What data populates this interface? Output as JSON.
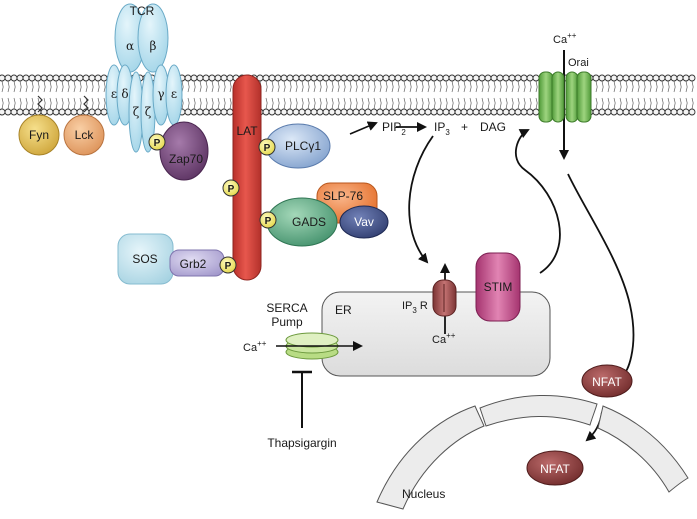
{
  "tcr": {
    "label": "TCR",
    "alpha": "α",
    "beta": "β",
    "epsilon_left": "ε",
    "delta": "δ",
    "zeta_1": "ζ",
    "zeta_2": "ζ",
    "gamma": "γ",
    "epsilon_right": "ε"
  },
  "kinases": {
    "fyn": "Fyn",
    "lck": "Lck",
    "zap70": "Zap70"
  },
  "phospho_label": "P",
  "adaptors": {
    "lat": "LAT",
    "plcg1": "PLCγ1",
    "slp76": "SLP-76",
    "gads": "GADS",
    "vav": "Vav",
    "sos": "SOS",
    "grb2": "Grb2"
  },
  "messengers": {
    "pip2_base": "PIP",
    "pip2_sub": "2",
    "ip3_base": "IP",
    "ip3_sub": "3",
    "plus": "+",
    "dag": "DAG"
  },
  "calcium": {
    "ca_top": "Ca",
    "ca_charge": "++",
    "orai": "Orai",
    "stim": "STIM",
    "er": "ER",
    "ip3r_base": "IP",
    "ip3r_sub": "3",
    "ip3r_tail": " R",
    "serca_line1": "SERCA",
    "serca_line2": "Pump",
    "thapsigargin": "Thapsigargin"
  },
  "nucleus": {
    "label": "Nucleus",
    "nfat_cyto": "NFAT",
    "nfat_nuclear": "NFAT"
  },
  "colors": {
    "tcr": "#b9e3f2",
    "fyn": "#e8c65e",
    "lck": "#efb27e",
    "zap70": "#7e4f84",
    "lat": "#d9453c",
    "plcg1": "#9ab7dc",
    "slp76": "#f2863d",
    "gads": "#5fae86",
    "vav": "#3e4f86",
    "sos": "#bfe2ee",
    "grb2": "#bdb4dc",
    "phospho": "#f6ef7a",
    "orai": "#74ba54",
    "stim": "#c94e8d",
    "ip3r": "#9d4a4a",
    "serca": "#b8dc84",
    "er": "#ebebeb",
    "nfat": "#8a3a3a"
  }
}
